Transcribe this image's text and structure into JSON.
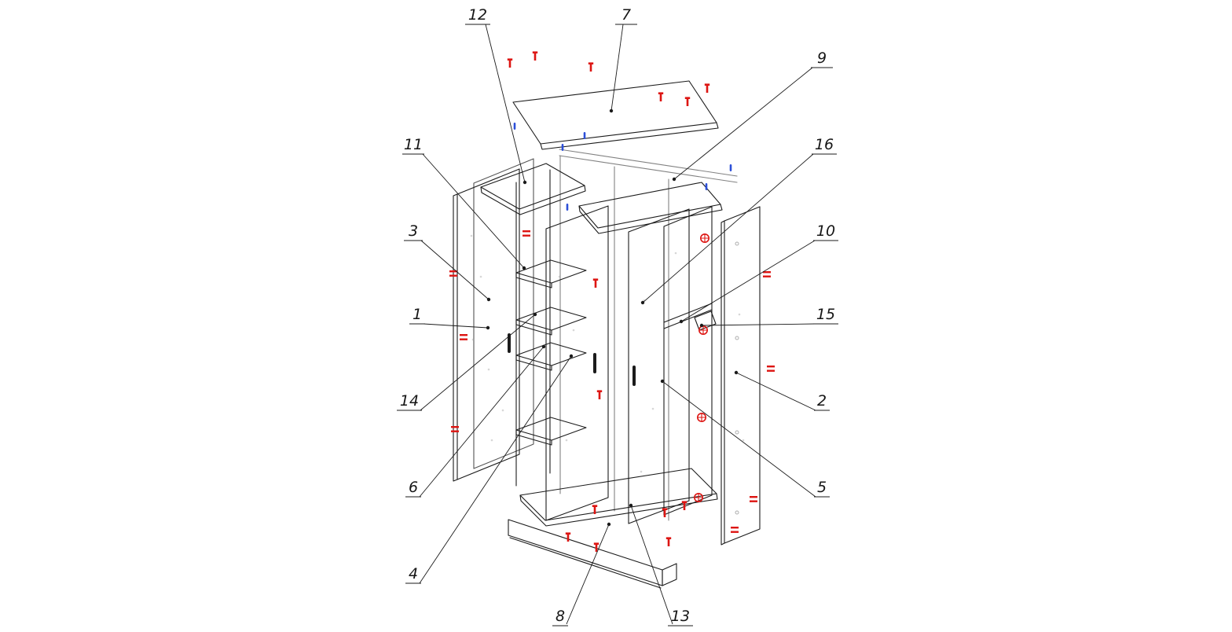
{
  "diagram": {
    "subject": "exploded-view assembly drawing of a three-door wardrobe",
    "colors": {
      "line": "#1b1b1b",
      "screw_symbol_red": "#dd1512",
      "dowel_symbol_blue": "#2c4fd8",
      "label_text": "#161616",
      "background": "#ffffff"
    }
  },
  "parts": {
    "n1": "1",
    "n2": "2",
    "n3": "3",
    "n4": "4",
    "n5": "5",
    "n6": "6",
    "n7": "7",
    "n8": "8",
    "n9": "9",
    "n10": "10",
    "n11": "11",
    "n12": "12",
    "n13": "13",
    "n14": "14",
    "n15": "15",
    "n16": "16"
  }
}
